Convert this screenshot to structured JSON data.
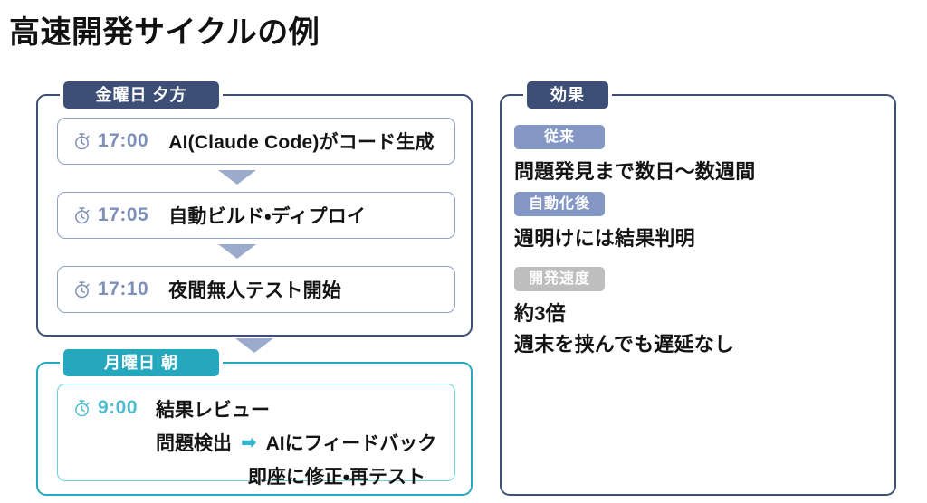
{
  "title": "高速開発サイクルの例",
  "colors": {
    "navy": "#3d4f77",
    "slate": "#8497c4",
    "teal": "#25a8bd",
    "gray": "#bebebe",
    "card_border_navy": "#8fa0ca",
    "card_border_teal": "#6fcfdd",
    "time_navy": "#7e8fba",
    "time_teal": "#4fbdd0",
    "connector_arrow": "#9aabcb",
    "inline_arrow": "#35b6cc"
  },
  "friday": {
    "label": "金曜日 夕方",
    "rows": [
      {
        "time": "17:00",
        "text": "AI(Claude Code)がコード生成"
      },
      {
        "time": "17:05",
        "text": "自動ビルド・ディプロイ"
      },
      {
        "time": "17:10",
        "text": "夜間無人テスト開始"
      }
    ]
  },
  "monday": {
    "label": "月曜日 朝",
    "time": "9:00",
    "line1": "結果レビュー",
    "line2_left": "問題検出",
    "line2_arrow": "➡",
    "line2_right": "AIにフィードバック",
    "line3": "即座に修正・再テスト"
  },
  "effects": {
    "label": "効果",
    "items": [
      {
        "tag": "従来",
        "tag_style": "slate",
        "lines": [
          "問題発見まで数日〜数週間"
        ]
      },
      {
        "tag": "自動化後",
        "tag_style": "slate",
        "lines": [
          "週明けには結果判明"
        ]
      },
      {
        "tag": "開発速度",
        "tag_style": "gray",
        "lines": [
          "約3倍",
          "週末を挟んでも遅延なし"
        ]
      }
    ]
  },
  "icons": {
    "stopwatch": "stopwatch-icon",
    "arrow_down": "arrow-down-icon",
    "arrow_right": "arrow-right-icon"
  }
}
